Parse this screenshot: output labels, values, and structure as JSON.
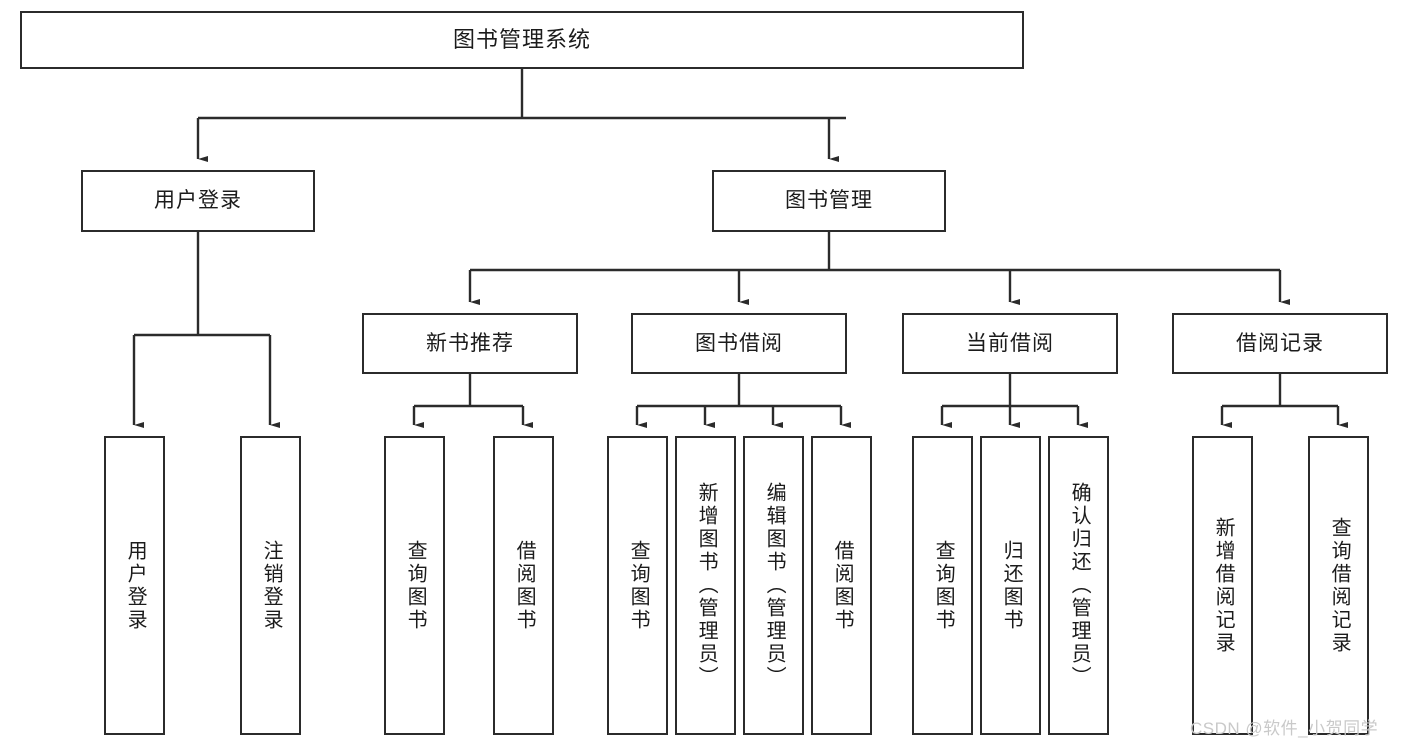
{
  "diagram": {
    "title": "图书管理系统",
    "type": "tree-hierarchy-diagram",
    "root": {
      "label": "图书管理系统"
    },
    "level2": [
      {
        "id": "user-login",
        "label": "用户登录"
      },
      {
        "id": "book-manage",
        "label": "图书管理"
      }
    ],
    "level3": [
      {
        "id": "new-book-recommend",
        "label": "新书推荐"
      },
      {
        "id": "book-borrow",
        "label": "图书借阅"
      },
      {
        "id": "current-borrow",
        "label": "当前借阅"
      },
      {
        "id": "borrow-record",
        "label": "借阅记录"
      }
    ],
    "leaves": {
      "user-login": [
        {
          "id": "leaf-user-login",
          "label": "用户登录"
        },
        {
          "id": "leaf-logout-login",
          "label": "注销登录"
        }
      ],
      "new-book-recommend": [
        {
          "id": "leaf-query-book-1",
          "label": "查询图书"
        },
        {
          "id": "leaf-borrow-book-1",
          "label": "借阅图书"
        }
      ],
      "book-borrow": [
        {
          "id": "leaf-query-book-2",
          "label": "查询图书"
        },
        {
          "id": "leaf-add-book",
          "label": "新增图书（管理员）"
        },
        {
          "id": "leaf-edit-book",
          "label": "编辑图书（管理员）"
        },
        {
          "id": "leaf-borrow-book-2",
          "label": "借阅图书"
        }
      ],
      "current-borrow": [
        {
          "id": "leaf-query-book-3",
          "label": "查询图书"
        },
        {
          "id": "leaf-return-book",
          "label": "归还图书"
        },
        {
          "id": "leaf-confirm-return",
          "label": "确认归还（管理员）"
        }
      ],
      "borrow-record": [
        {
          "id": "leaf-add-record",
          "label": "新增借阅记录"
        },
        {
          "id": "leaf-query-record",
          "label": "查询借阅记录"
        }
      ]
    },
    "watermark": "CSDN @软件_小贺同学",
    "colors": {
      "stroke": "#2b2b2b",
      "fill": "#ffffff",
      "text": "#1b1b1b",
      "watermark": "#c9c9c9"
    }
  }
}
